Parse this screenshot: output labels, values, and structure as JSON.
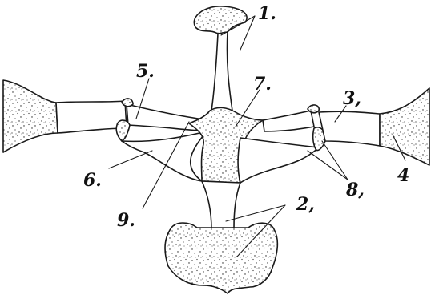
{
  "labels": {
    "l1": "1.",
    "l2": "2,",
    "l3": "3,",
    "l4": "4",
    "l5": "5.",
    "l6": "6.",
    "l7": "7.",
    "l8": "8,",
    "l9": "9."
  },
  "colors": {
    "ink": "#1a1a1a",
    "paper": "#ffffff"
  }
}
